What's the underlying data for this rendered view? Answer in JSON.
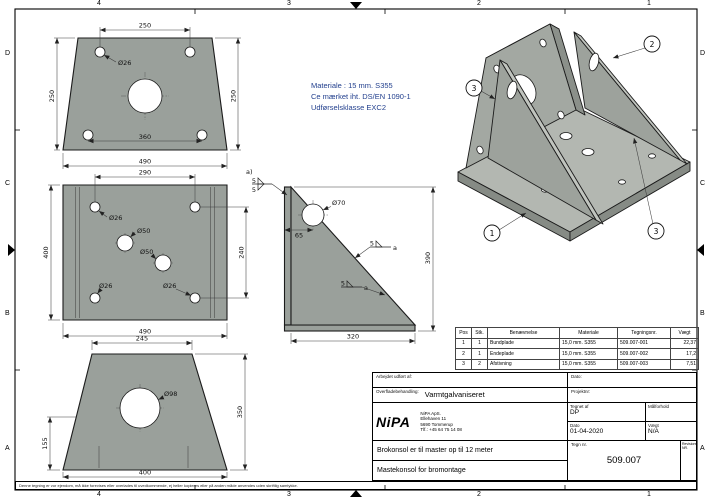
{
  "frame": {
    "cols": [
      "4",
      "3",
      "2",
      "1"
    ],
    "rows": [
      "D",
      "C",
      "B",
      "A"
    ]
  },
  "notes": {
    "line1": "Materiale : 15 mm. S355",
    "line2": "Ce mærket iht. DS/EN 1090-1",
    "line3": "Udførselsklasse EXC2"
  },
  "views": {
    "endeplade": {
      "dim_top": "250",
      "hole_label": "Ø26",
      "dim_left": "250",
      "dim_right": "250",
      "dim_holes": "360",
      "dim_bottom": "490"
    },
    "bundplade": {
      "dim_top": "290",
      "hole_tl": "Ø26",
      "hole_c1": "Ø50",
      "hole_c2": "Ø50",
      "hole_bl": "Ø26",
      "hole_br": "Ø26",
      "dim_right": "240",
      "dim_left": "400",
      "dim_bottom": "490"
    },
    "afstivning": {
      "dim_top": "245",
      "hole_label": "Ø98",
      "dim_left": "155",
      "dim_right": "350",
      "dim_bottom": "400"
    },
    "side": {
      "hole_label": "Ø70",
      "dim_offset": "65",
      "dim_height": "390",
      "dim_width": "320",
      "weld_note": "a)",
      "weld_size_top": "5",
      "weld_size_bottom": "5",
      "weld_size_mid": "5",
      "weld_ref_mid": "a",
      "weld_size_low": "5",
      "weld_ref_low": "a"
    }
  },
  "balloons": {
    "pos1": "1",
    "pos2": "2",
    "pos3_upper": "3",
    "pos3_lower": "3"
  },
  "parts_table": {
    "headers": [
      "Pos",
      "Stk.",
      "Benævnelse",
      "Materiale",
      "Tegningsnr.",
      "Vægt"
    ],
    "rows": [
      [
        "1",
        "1",
        "Bundplade",
        "15,0 mm. S355",
        "509.007-001",
        "22,37"
      ],
      [
        "2",
        "1",
        "Endeplade",
        "15,0 mm. S355",
        "509.007-002",
        "17,2"
      ],
      [
        "3",
        "2",
        "Afstivning",
        "15,0 mm. S355",
        "509.007-003",
        "7,51"
      ]
    ]
  },
  "title_block": {
    "made_by_label": "Arbejdet udført af:",
    "date_label": "Dato:",
    "surface_label": "Overfladebehandling:",
    "surface_value": "Varmtgalvaniseret",
    "project_label": "Projektnr:",
    "company_logo": "NiPA",
    "company_lines": [
      "NiPA ApS.",
      "Ellehaven 11",
      "5690 Tommerup",
      "Tlf.:  +45 64 75 14 08"
    ],
    "drawn_label": "Tegnet af",
    "drawn_value": "DP",
    "drawn_date_label": "Dato",
    "drawn_date_value": "01-04-2020",
    "scale_label": "Målforhold",
    "scale_value": "",
    "weight_label": "Vægt",
    "weight_value": "N/A",
    "description_line1": "Brokonsol er til master op til 12 meter",
    "description_line2": "Mastekonsol for bromontage",
    "drawing_no_label": "Tegn nr.",
    "drawing_no": "509.007",
    "revision_label": "Revisions NR."
  },
  "disclaimer": "Denne tegning er vor ejendom, må ikke forevises eller overlades til uvedkommende, ej heller kopieres eller på anden måde anvendes uden skriftlig samtykke.",
  "colors": {
    "plate_gray": "#9aa09b",
    "note_blue": "#23408e"
  }
}
